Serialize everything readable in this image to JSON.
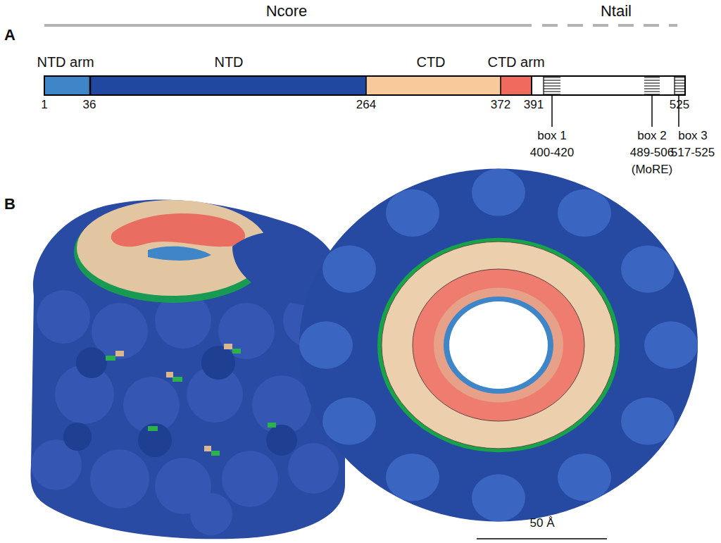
{
  "diagram": {
    "labels": [
      "Ncore",
      "Ntail",
      "A",
      "NTD arm",
      "NTD",
      "CTD",
      "CTD arm",
      "1",
      "36",
      "264",
      "372",
      "391",
      "525",
      "box 1",
      "400-420",
      "box 2",
      "489-506",
      "(MoRE)",
      "box 3",
      "517-525",
      "B",
      "50 Å"
    ]
  }
}
